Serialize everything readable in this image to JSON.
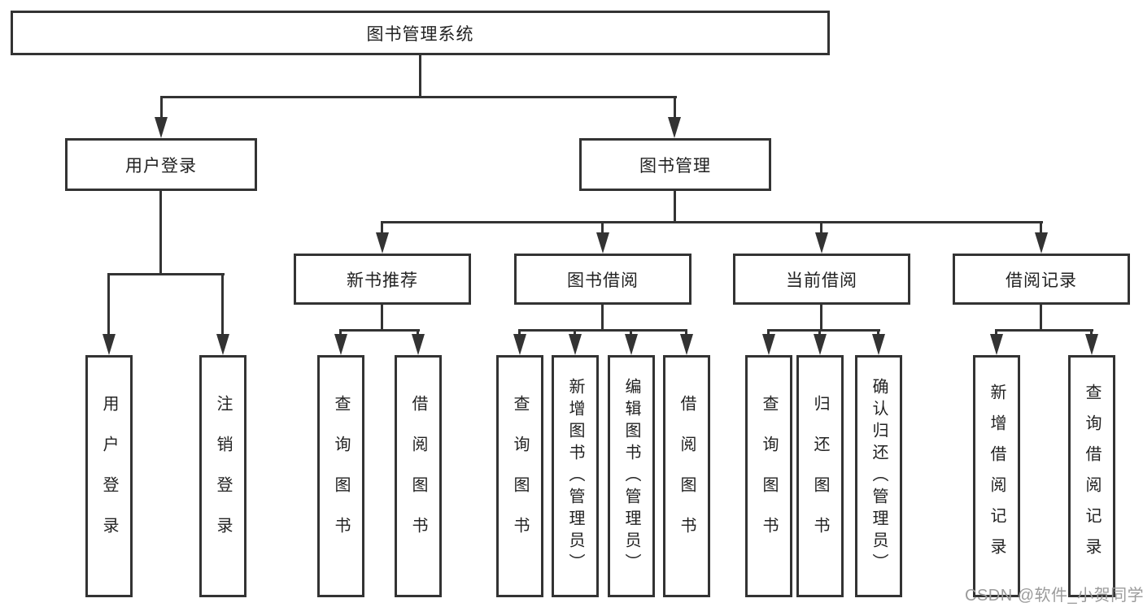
{
  "diagram": {
    "root": "图书管理系统",
    "branches": [
      {
        "label": "用户登录",
        "children": [
          "用户登录",
          "注销登录"
        ]
      },
      {
        "label": "图书管理",
        "sections": [
          {
            "label": "新书推荐",
            "children": [
              "查询图书",
              "借阅图书"
            ]
          },
          {
            "label": "图书借阅",
            "children": [
              "查询图书",
              "新增图书（管理员）",
              "编辑图书（管理员）",
              "借阅图书"
            ]
          },
          {
            "label": "当前借阅",
            "children": [
              "查询图书",
              "归还图书",
              "确认归还（管理员）"
            ]
          },
          {
            "label": "借阅记录",
            "children": [
              "新增借阅记录",
              "查询借阅记录"
            ]
          }
        ]
      }
    ]
  },
  "watermark": "CSDN @软件_小贺同学",
  "colors": {
    "line": "#333333",
    "box_background": "#ffffff",
    "text": "#222222",
    "watermark": "#9b9b9b"
  }
}
